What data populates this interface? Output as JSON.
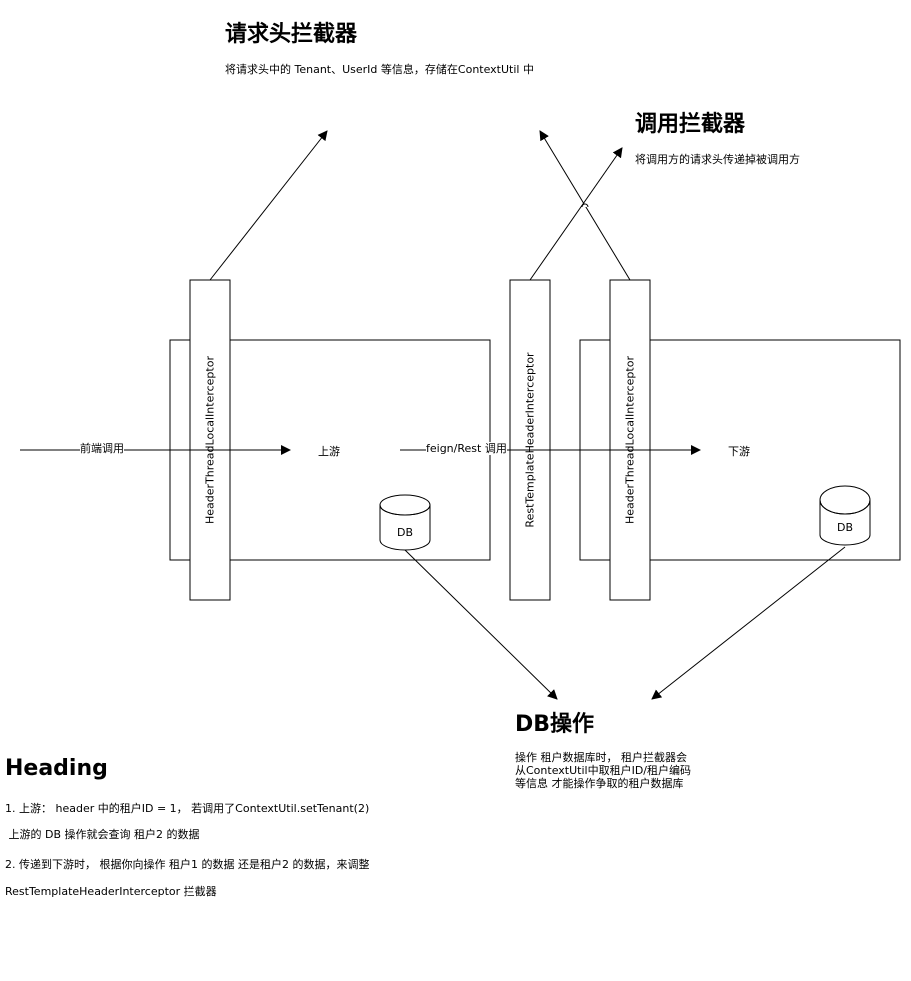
{
  "headers": {
    "request_interceptor_title": "请求头拦截器",
    "request_interceptor_desc": "将请求头中的 Tenant、UserId 等信息，存储在ContextUtil 中",
    "call_interceptor_title": "调用拦截器",
    "call_interceptor_desc": "将调用方的请求头传递掉被调用方",
    "db_op_title": "DB操作",
    "db_op_desc": "操作 租户数据库时， 租户拦截器会从ContextUtil中取租户ID/租户编码等信息 才能操作争取的租户数据库"
  },
  "boxes": {
    "upstream_label": "上游",
    "downstream_label": "下游",
    "db_label_left": "DB",
    "db_label_right": "DB"
  },
  "interceptors": {
    "left": "HeaderThreadLocalInterceptor",
    "middle": "RestTemplateHeaderInterceptor",
    "right": "HeaderThreadLocalInterceptor"
  },
  "edges": {
    "frontend_call": "前端调用",
    "feign_call": "feign/Rest 调用"
  },
  "notes": {
    "heading": "Heading",
    "line1": "1. 上游： header 中的租户ID = 1， 若调用了ContextUtil.setTenant(2)",
    "line2": " 上游的 DB 操作就会查询 租户2 的数据",
    "line3": "2. 传递到下游时， 根据你向操作 租户1 的数据 还是租户2 的数据，来调整",
    "line4": "RestTemplateHeaderInterceptor 拦截器"
  }
}
